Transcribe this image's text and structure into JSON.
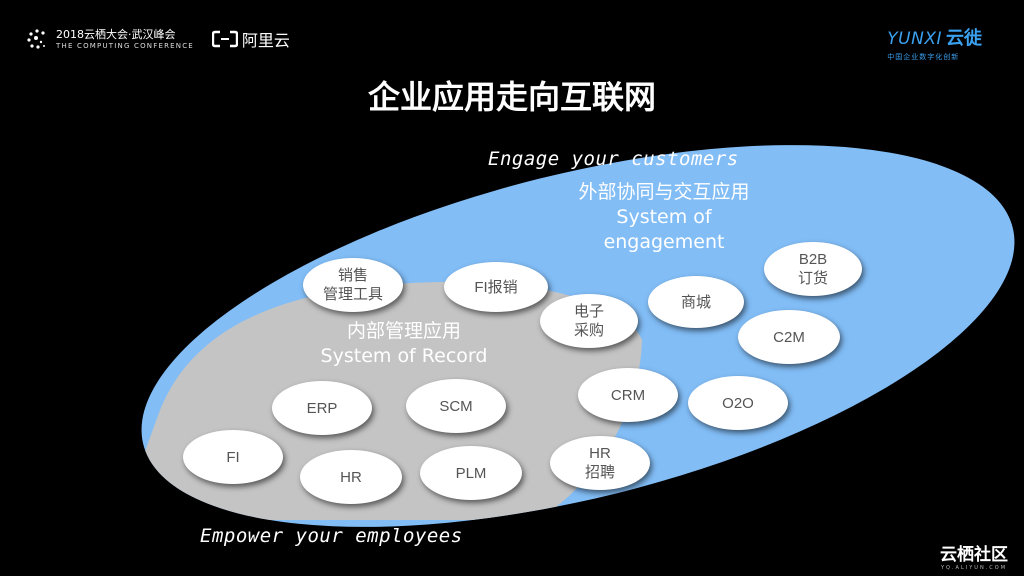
{
  "header": {
    "conference_title": "2018云栖大会·武汉峰会",
    "conference_subtitle": "THE COMPUTING CONFERENCE",
    "aliyun_text": "阿里云",
    "yunxi_latin": "YUNXI",
    "yunxi_cn": "云徙",
    "yunxi_slogan": "中国企业数字化创新"
  },
  "title": "企业应用走向互联网",
  "engage_text": "Engage your customers",
  "empower_text": "Empower your employees",
  "external_zone": {
    "line1": "外部协同与交互应用",
    "line2": "System of",
    "line3": "engagement"
  },
  "internal_zone": {
    "line1": "内部管理应用",
    "line2": "System of Record"
  },
  "bubbles": {
    "sales": "销售\n管理工具",
    "fi_expense": "FI报销",
    "procurement": "电子\n采购",
    "mall": "商城",
    "b2b": "B2B\n订货",
    "c2m": "C2M",
    "erp": "ERP",
    "scm": "SCM",
    "crm": "CRM",
    "o2o": "O2O",
    "fi": "FI",
    "hr": "HR",
    "plm": "PLM",
    "hr_recruit": "HR\n招聘"
  },
  "corner_brand": {
    "cn": "云栖社区",
    "en": "YQ.ALIYUN.COM"
  },
  "colors": {
    "outer_ellipse": "#82bdf6",
    "inner_region": "#c4c4c4",
    "background": "#000000"
  }
}
